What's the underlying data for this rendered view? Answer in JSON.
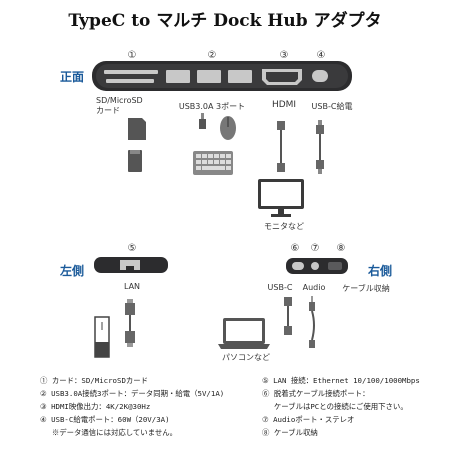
{
  "title": "TypeC to マルチ Dock Hub アダプタ",
  "front": {
    "label": "正面",
    "ports": [
      {
        "num": "①",
        "label": "SD/MicroSD\nカード"
      },
      {
        "num": "②",
        "label": "USB3.0A 3ポート"
      },
      {
        "num": "③",
        "label": "HDMI"
      },
      {
        "num": "④",
        "label": "USB-C給電"
      }
    ],
    "monitor_caption": "モニタなど"
  },
  "left": {
    "label": "左側",
    "num": "⑤",
    "port_label": "LAN"
  },
  "right": {
    "label": "右側",
    "nums": [
      "⑥",
      "⑦",
      "⑧"
    ],
    "port_labels": [
      "USB-C",
      "Audio",
      "ケーブル収納"
    ],
    "pc_caption": "パソコンなど"
  },
  "notes_left": [
    "① カード：SD/MicroSDカード",
    "② USB3.0A接続3ポート：データ同期・給電（5V/1A)",
    "③ HDMI映像出力：4K/2K@30Hz",
    "④ USB-C給電ポート：60W（20V/3A)",
    "　 ※データ通信には対応していません。"
  ],
  "notes_right": [
    "⑤ LAN 接続：Ethernet 10/100/1000Mbps",
    "⑥ 脱着式ケーブル接続ポート：",
    "　 ケーブルはPCとの接続にご使用下さい。",
    "⑦ Audioポート・ステレオ",
    "⑧ ケーブル収納"
  ],
  "colors": {
    "hub_body": "#2c2c2e",
    "port_face": "#c8c8c8",
    "side_label": "#1a5a9a",
    "line": "#555555"
  }
}
